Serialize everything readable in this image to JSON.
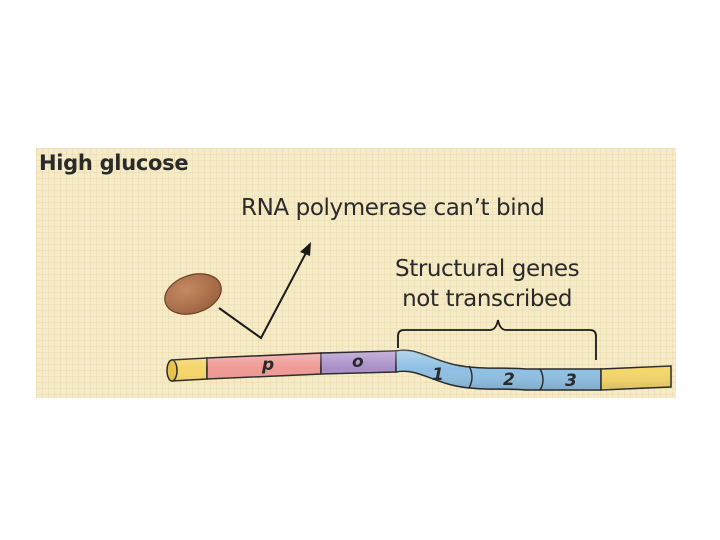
{
  "figure": {
    "title": "High glucose",
    "polymerase_note": "RNA polymerase can’t bind",
    "structural_note": {
      "line1": "Structural genes",
      "line2": "not transcribed"
    },
    "segments": {
      "promoter": "p",
      "operator": "o",
      "gene_1": "1",
      "gene_2": "2",
      "gene_3": "3"
    },
    "colors": {
      "background": "#f5ebc9",
      "grid": "#e9d9a6",
      "end_caps": "#f4d66a",
      "promoter": "#ef9a95",
      "operator": "#a98ec7",
      "structural_genes": "#8fc0e3",
      "polymerase": "#b0744e"
    }
  }
}
